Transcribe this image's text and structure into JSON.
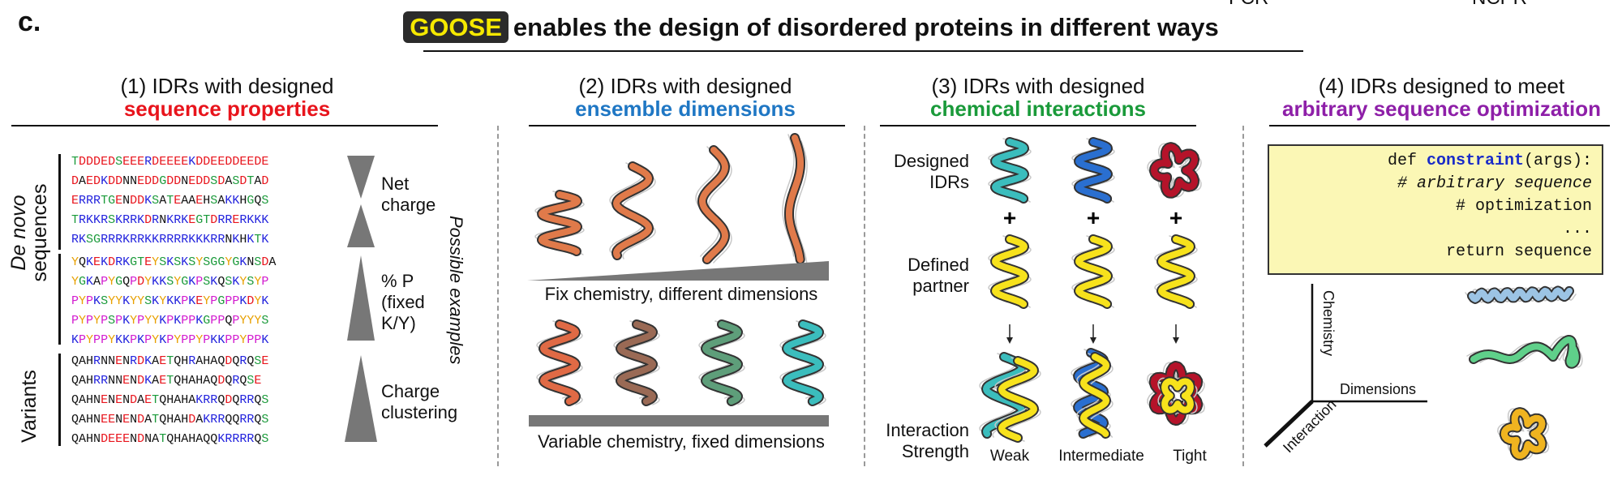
{
  "figure": {
    "panel_letter": "c.",
    "crop_left": "FCR",
    "crop_right": "NCPR",
    "goose": "GOOSE",
    "title_rest": "enables the design of disordered proteins in different ways"
  },
  "colors": {
    "red": "#e8141c",
    "blue": "#1f77c4",
    "green": "#1a9a3a",
    "purple": "#8e1fa8",
    "aa_D": "#e8141c",
    "aa_E": "#e8141c",
    "aa_K": "#2222dd",
    "aa_R": "#2222dd",
    "aa_P": "#d21ccf",
    "aa_Y": "#e8a000",
    "aa_G": "#1a9a3a",
    "aa_S": "#1a9a3a",
    "aa_T": "#1a9a3a",
    "aa_other": "#111111",
    "idr_cyan": "#3bbdbd",
    "idr_blue": "#2a6fd0",
    "idr_red": "#b5132a",
    "idr_yellow": "#f7e21c",
    "idr_orange": "#e07a4a"
  },
  "panel1": {
    "title_line1": "(1) IDRs with designed",
    "title_line2": "sequence properties",
    "de_novo": "De novo",
    "sequences": "sequences",
    "variants": "Variants",
    "possible_examples": "Possible examples",
    "groups": [
      {
        "labels": [
          "Net",
          "charge"
        ],
        "sequences": [
          "TDDDEDSEEERDEEEEKDDEEDDEEDE",
          "DAEDKDDNNEDDGDDNEDDSDASDTAD",
          "ERRRTGENDDKSATEAAEHSAKKHGQS",
          "TRKKRSKRRKDRNKRKEGTDRRERKKK",
          "RKSGRRRKRRKKRRRRKKKRRNKHKTK"
        ]
      },
      {
        "labels": [
          "% P",
          "(fixed",
          "K/Y)"
        ],
        "sequences": [
          "YQKEKDRKGTEYSKSKSYSGGYGKNSDA",
          "YGKAPYGQPDYKKSYGKPSKQSKYSYP",
          "PYPKSYYKYYSKYKKPKEYPGPPKDYK",
          "PYPYPSPKYPYYKPKPPKGPPQPYYYS",
          "KPYPPYKKPKPYKPYPPYPKKPPYPPK"
        ]
      },
      {
        "labels": [
          "Charge",
          "clustering"
        ],
        "sequences": [
          "QAHRNNENRDKAETQHRAHAQDQRQSE",
          "QAHRRNNENDKAETQHAHAQDQRQSE",
          "QAHNENENDAETQHAHAKRRQDQRRQS",
          "QAHNEENENDATQHAHDAKRRQQRRQS",
          "QAHNDEEENDNATQHAHAQQKRRRRQS"
        ]
      }
    ]
  },
  "panel2": {
    "title_line1": "(2) IDRs with designed",
    "title_line2": "ensemble dimensions",
    "caption_top": "Fix chemistry, different dimensions",
    "caption_bottom": "Variable chemistry, fixed dimensions",
    "bottom_colors": [
      "#e06a45",
      "#9a6a55",
      "#5e9e7a",
      "#3bbdbd"
    ]
  },
  "panel3": {
    "title_line1": "(3) IDRs with designed",
    "title_line2": "chemical interactions",
    "row1": [
      "Designed",
      "IDRs"
    ],
    "plus": "+",
    "row2": [
      "Defined",
      "partner"
    ],
    "row3": [
      "Interaction",
      "Strength"
    ],
    "strengths": [
      "Weak",
      "Intermediate",
      "Tight"
    ],
    "idr_colors": [
      "#3bbdbd",
      "#2a6fd0",
      "#b5132a"
    ]
  },
  "panel4": {
    "title_line1": "(4) IDRs designed to meet",
    "title_line2": "arbitrary sequence optimization",
    "code": {
      "def": "def ",
      "fn": "constraint",
      "sig": "(args):",
      "comment1": "# arbitrary sequence",
      "comment2": "# optimization",
      "ellipsis": "...",
      "ret": "return sequence"
    },
    "axes": {
      "vertical": "Chemistry",
      "horizontal": "Dimensions",
      "diagonal": "Interaction"
    }
  }
}
